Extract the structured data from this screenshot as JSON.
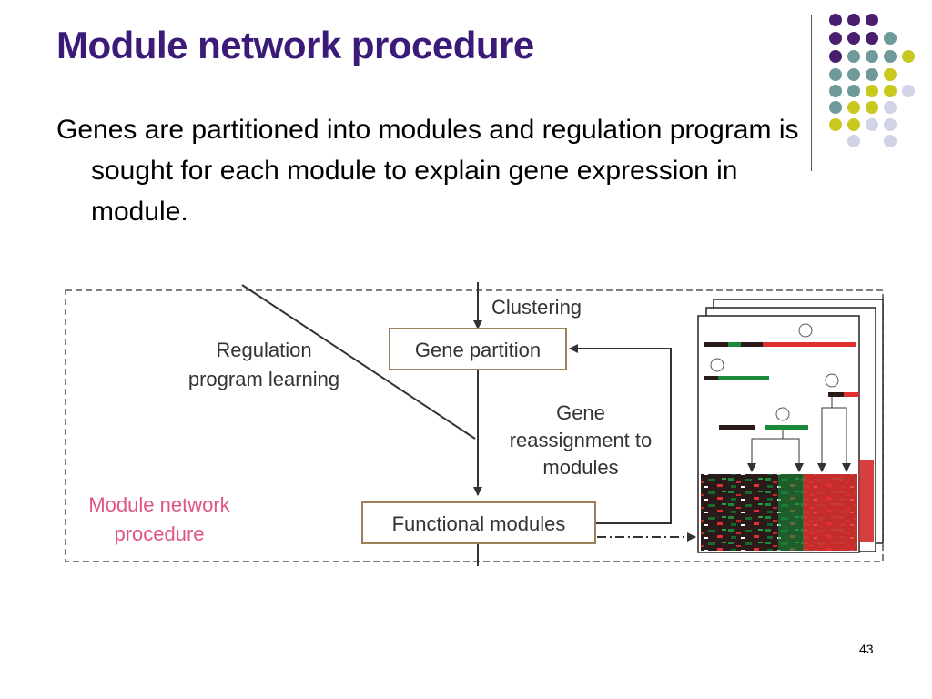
{
  "slide": {
    "title": "Module network procedure",
    "body": "Genes are partitioned into modules and regulation program is sought for each module to explain gene expression in module.",
    "page_number": "43"
  },
  "diagram": {
    "clustering_label": "Clustering",
    "gene_partition_label": "Gene partition",
    "regulation_label_line1": "Regulation",
    "regulation_label_line2": "program learning",
    "reassign_line1": "Gene",
    "reassign_line2": "reassignment to",
    "reassign_line3": "modules",
    "functional_modules_label": "Functional modules",
    "procedure_line1": "Module network",
    "procedure_line2": "procedure"
  },
  "colors": {
    "title": "#3b1a78",
    "purple_dot": "#4a1e6e",
    "teal_dot": "#6e9a9a",
    "yellow_dot": "#c8c81e",
    "lavender_dot": "#d3d3e8",
    "box_border": "#9e7f5a",
    "pink_label": "#e05585",
    "heatmap_red": "#e03030",
    "heatmap_green": "#1a8a3a"
  }
}
